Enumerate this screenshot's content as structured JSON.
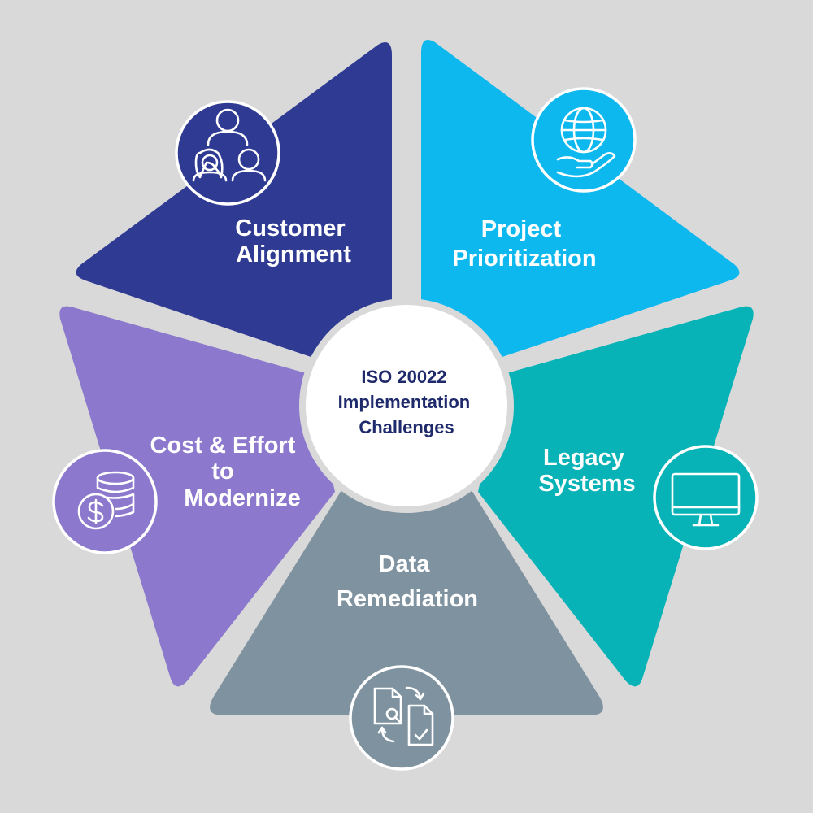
{
  "center": {
    "lines": [
      "ISO 20022",
      "Implementation",
      "Challenges"
    ],
    "text_color": "#1e2a6b"
  },
  "segments": [
    {
      "key": "customer-alignment",
      "lines": [
        "Customer",
        "Alignment"
      ],
      "color": "#2f3a93",
      "icon": "people-icon"
    },
    {
      "key": "project-prioritization",
      "lines": [
        "Project",
        "Prioritization"
      ],
      "color": "#0db8ee",
      "icon": "globe-in-hand-icon"
    },
    {
      "key": "legacy-systems",
      "lines": [
        "Legacy",
        "Systems"
      ],
      "color": "#07b3b6",
      "icon": "monitor-icon"
    },
    {
      "key": "data-remediation",
      "lines": [
        "Data",
        "Remediation"
      ],
      "color": "#7f929f",
      "icon": "document-exchange-icon"
    },
    {
      "key": "cost-effort",
      "lines": [
        "Cost & Effort",
        "to",
        "Modernize"
      ],
      "color": "#8c78cc",
      "icon": "coins-dollar-icon"
    }
  ],
  "background": "#d9d9d9"
}
